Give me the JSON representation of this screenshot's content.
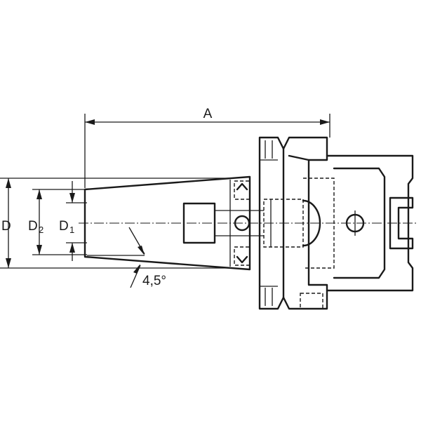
{
  "labels": {
    "length": "A",
    "outer_diameter": "D",
    "d2_main": "D",
    "d2_sub": "2",
    "d1_main": "D",
    "d1_sub": "1",
    "taper_angle": "4,5°"
  },
  "colors": {
    "line": "#1a1a1a",
    "background": "#ffffff"
  }
}
